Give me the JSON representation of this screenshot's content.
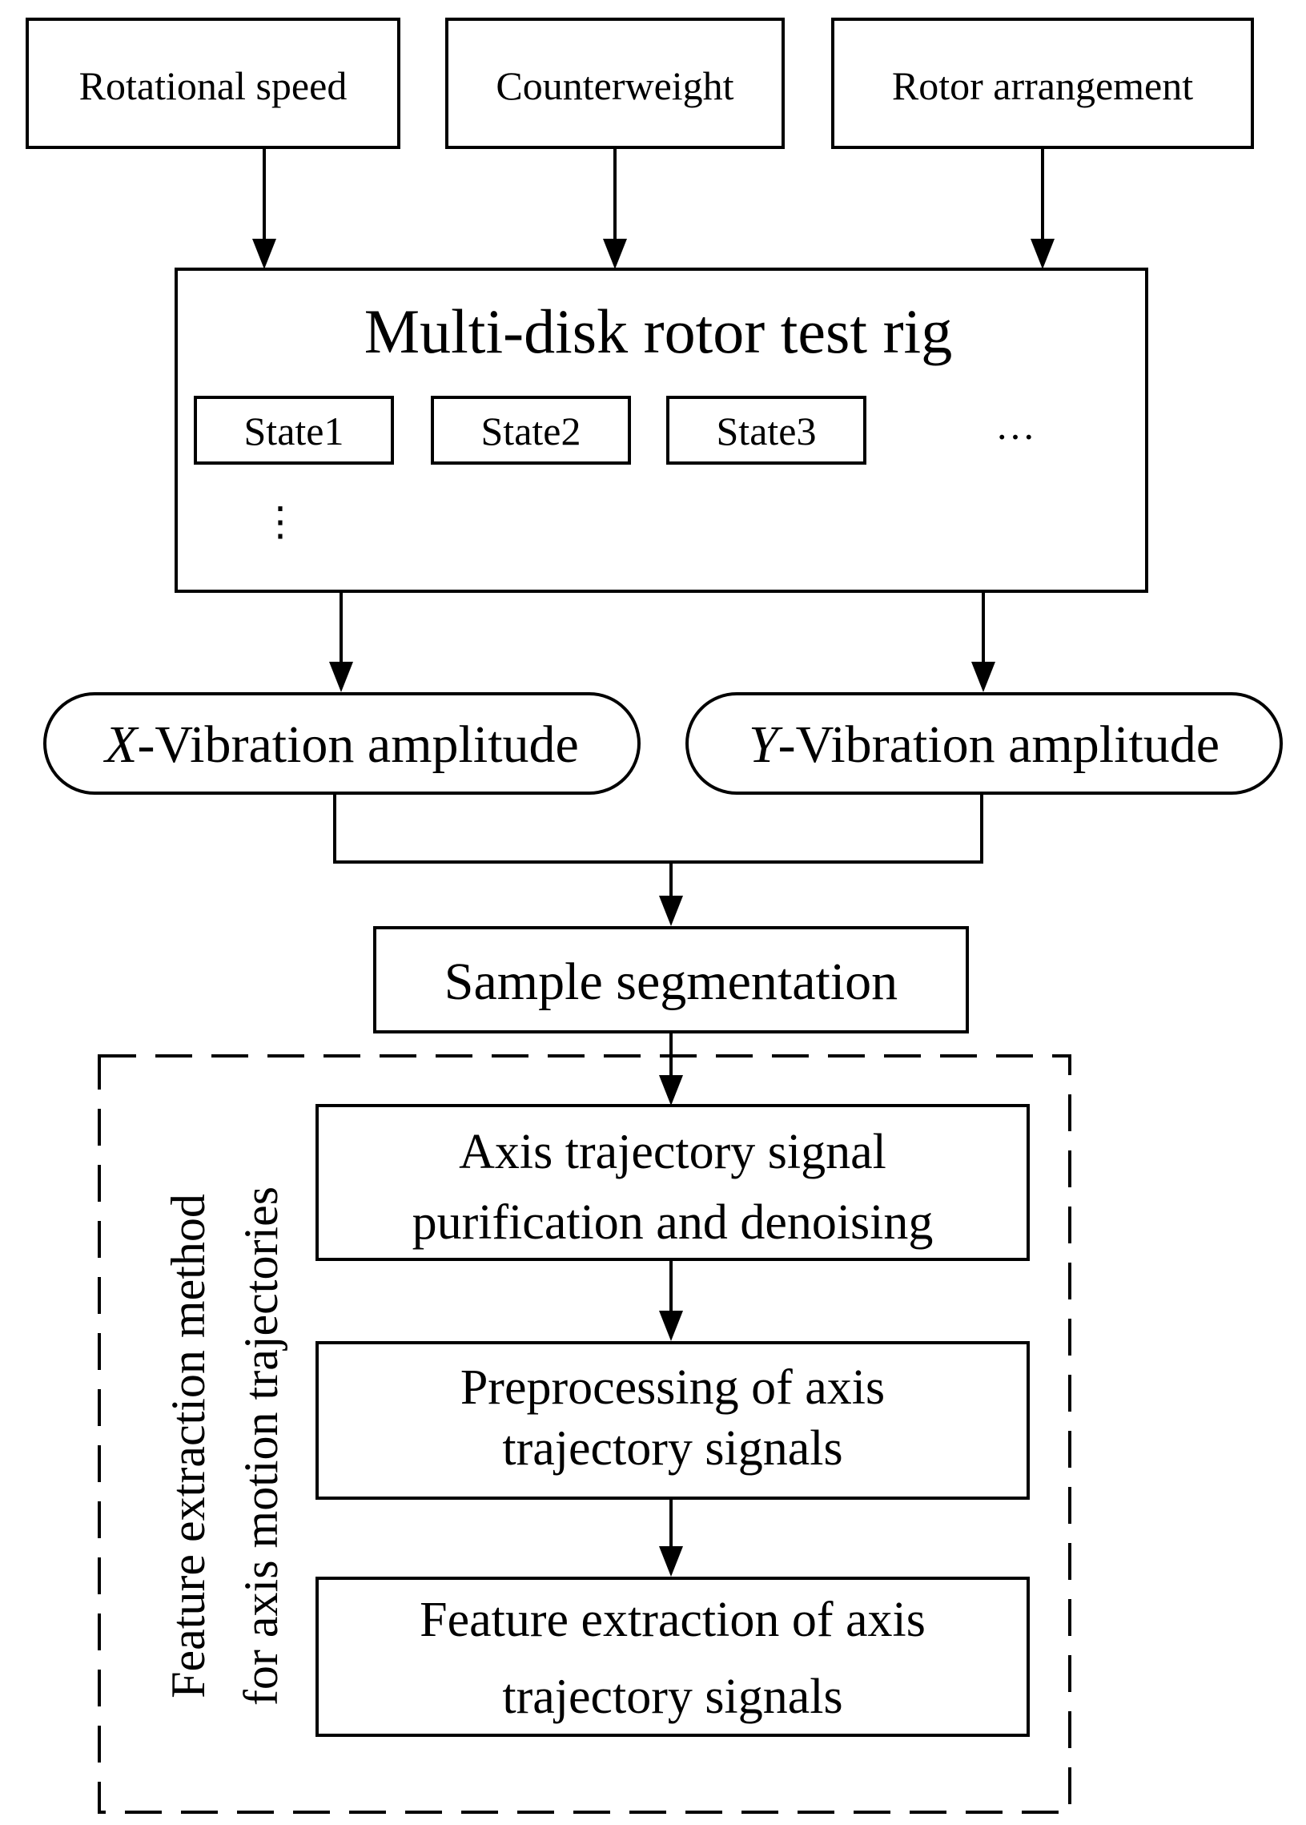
{
  "inputs": {
    "speed": "Rotational speed",
    "counterweight": "Counterweight",
    "arrangement": "Rotor arrangement"
  },
  "rig": {
    "title": "Multi-disk rotor test rig",
    "states": [
      "State1",
      "State2",
      "State3"
    ],
    "ellipsis_h": "…",
    "ellipsis_v": "⋮"
  },
  "vibration": {
    "x_prefix": "X",
    "y_prefix": "Y",
    "suffix": "-Vibration amplitude"
  },
  "segmentation": "Sample segmentation",
  "steps": {
    "purification": [
      "Axis trajectory signal",
      "purification and denoising"
    ],
    "preprocessing": [
      "Preprocessing of axis",
      "trajectory signals"
    ],
    "feature": [
      "Feature extraction of axis",
      "trajectory signals"
    ]
  },
  "group_label": [
    "Feature extraction method",
    "for axis motion trajectories"
  ]
}
